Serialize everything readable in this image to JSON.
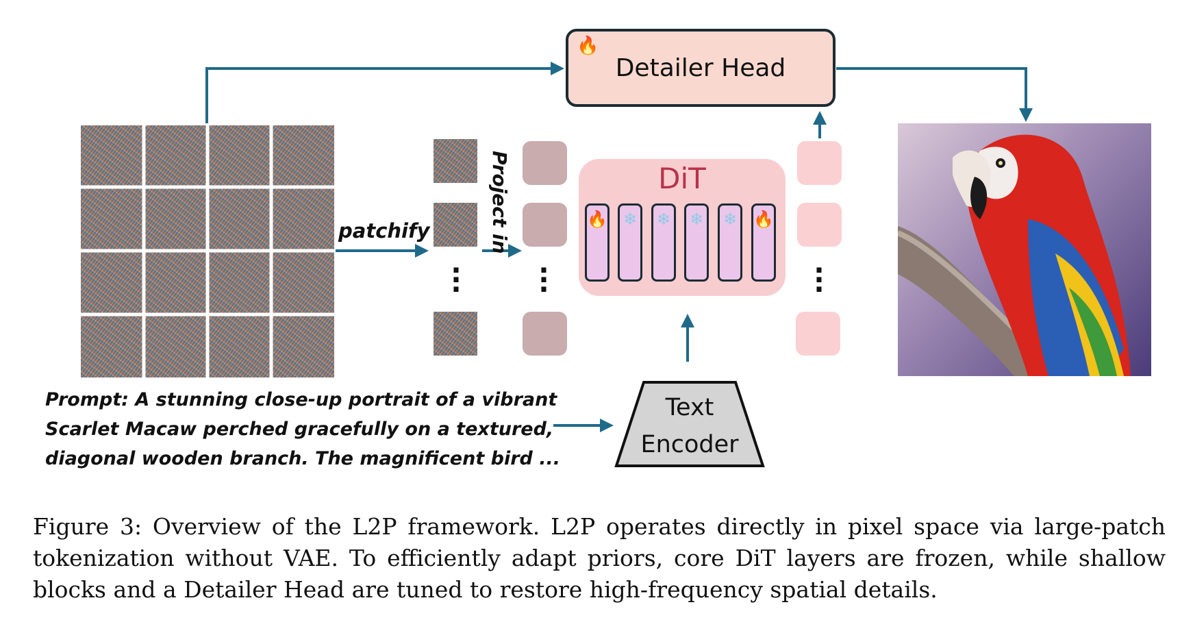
{
  "diagram": {
    "detailer_head_label": "Detailer Head",
    "dit_label": "DiT",
    "text_encoder_lines": [
      "Text",
      "Encoder"
    ],
    "patchify_label": "patchify",
    "project_in_label": "Project in",
    "dit_layers": [
      {
        "state": "trainable",
        "icon": "flame-icon"
      },
      {
        "state": "frozen",
        "icon": "snowflake-icon"
      },
      {
        "state": "frozen",
        "icon": "snowflake-icon"
      },
      {
        "state": "frozen",
        "icon": "snowflake-icon"
      },
      {
        "state": "frozen",
        "icon": "snowflake-icon"
      },
      {
        "state": "trainable",
        "icon": "flame-icon"
      }
    ],
    "prompt_lines": [
      "Prompt: A stunning close-up portrait of a vibrant",
      "Scarlet Macaw perched gracefully on a textured,",
      "diagonal wooden branch. The magnificent bird ..."
    ],
    "colors": {
      "arrow": "#1f6a8a",
      "detailer_fill": "#f9d9cf",
      "dit_fill": "#f8cdd0",
      "dit_title": "#b73348",
      "layer_fill": "#ecc6ea",
      "input_token": "#c9acae",
      "output_token": "#fbd0d2",
      "encoder_fill": "#d4d4d4"
    }
  },
  "caption": "Figure 3: Overview of the L2P framework. L2P operates directly in pixel space via large-patch tokenization without VAE. To efficiently adapt priors, core DiT layers are frozen, while shallow blocks and a Detailer Head are tuned to restore high-frequency spatial details."
}
